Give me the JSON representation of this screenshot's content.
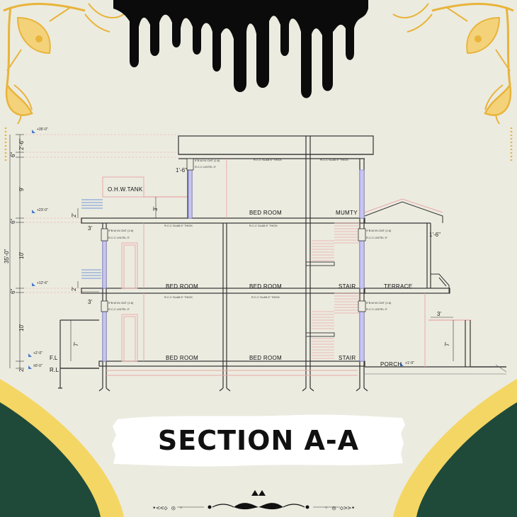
{
  "title": "SECTION A-A",
  "levels": {
    "top": "+35'-0\"",
    "second_floor": "+23'-0\"",
    "first_floor": "+12'-6\"",
    "floor_level": "+2'-0\"",
    "road_level": "±0'-0\"",
    "porch": "+1'-0\"",
    "fl_label": "F.L",
    "rl_label": "R.L"
  },
  "left_dims": {
    "d_2_6": "2'-6\"",
    "d_6_top": "6\"",
    "d_9": "9'",
    "d_6_a": "6\"",
    "d_10_a": "10'",
    "d_6_b": "6\"",
    "d_10_b": "10'",
    "d_2": "2'",
    "overall": "35'-0\""
  },
  "inner_dims": {
    "d_1_6_top": "1'-6\"",
    "d_3_tank": "3'",
    "d_2_upper": "2'",
    "d_3_upper": "3'",
    "d_2_lower": "2'",
    "d_3_lower": "3'",
    "d_7_left": "7'",
    "d_1_6_right": "1'-6\"",
    "d_3_right": "3'",
    "d_7_right": "7'"
  },
  "rooms": {
    "ohw_tank": "O.H.W.TANK",
    "bed_room_top": "BED ROOM",
    "mumty": "MUMTY",
    "bed_room_1a": "BED ROOM",
    "bed_room_1b": "BED ROOM",
    "stair_1": "STAIR",
    "terrace": "TERRACE",
    "bed_room_ga": "BED ROOM",
    "bed_room_gb": "BED ROOM",
    "stair_g": "STAIR",
    "porch": "PORCH"
  },
  "notes": {
    "slab": "R.C.C SLAB 6\" THICK",
    "brick": "9\"B.W IN CMT (1:6)",
    "lintel": "R.C.C LINTEL 9\""
  },
  "footer": {
    "left": "•<<◇ ◎ ◦",
    "right": "◦ ◎ ◇>>•"
  },
  "colors": {
    "background": "#ecebe0",
    "gold": "#e8b43a",
    "drip": "#0b0b0b",
    "band_green": "#1f4a3a",
    "band_yellow": "#f4d664",
    "pink": "#e9a8a8",
    "glass": "#8d8ce0"
  }
}
